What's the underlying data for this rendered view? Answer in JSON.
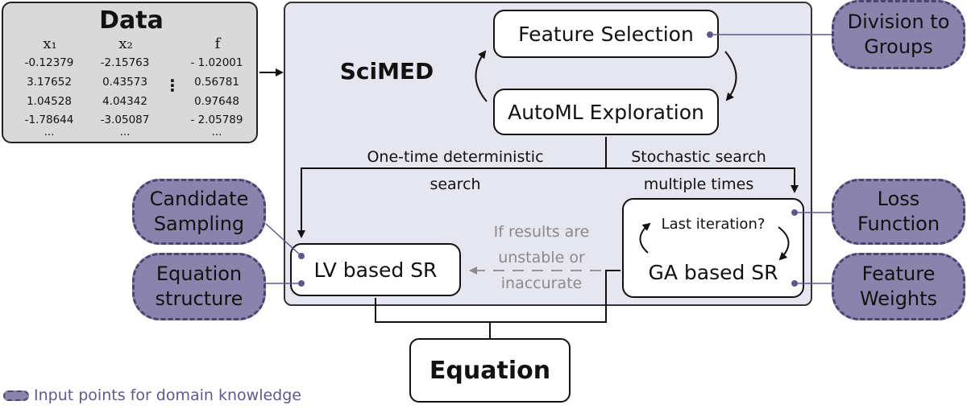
{
  "data_panel": {
    "title": "Data",
    "columns": [
      "x₁",
      "x₂",
      "f"
    ],
    "rows": [
      [
        "-0.12379",
        "-2.15763",
        "- 1.02001"
      ],
      [
        "3.17652",
        "0.43573",
        "0.56781"
      ],
      [
        "1.04528",
        "4.04342",
        "0.97648"
      ],
      [
        "-1.78644",
        "-3.05087",
        "- 2.05789"
      ],
      [
        "...",
        "...",
        "..."
      ]
    ],
    "ellipsis": "⋮"
  },
  "scimed": {
    "title": "SciMED",
    "feature_selection": "Feature Selection",
    "automl": "AutoML Exploration",
    "deterministic_label": "One-time deterministic\nsearch",
    "stochastic_label": "Stochastic search\nmultiple times",
    "lv_sr": "LV based SR",
    "ga_sr": "GA based SR",
    "last_iteration": "Last iteration?",
    "fallback_label": "If results are\nunstable or\ninaccurate"
  },
  "inputs": {
    "division": "Division to\nGroups",
    "candidate": "Candidate\nSampling",
    "equation_structure": "Equation\nstructure",
    "loss": "Loss\nFunction",
    "feature_weights": "Feature\nWeights"
  },
  "output": {
    "equation": "Equation"
  },
  "legend": {
    "label": "Input points for domain knowledge"
  },
  "colors": {
    "panel": "#e6e6f0",
    "data_panel": "#d9d9d9",
    "pill": "#8a83ac",
    "accent": "#5f5890",
    "muted": "#8a8a8a"
  }
}
